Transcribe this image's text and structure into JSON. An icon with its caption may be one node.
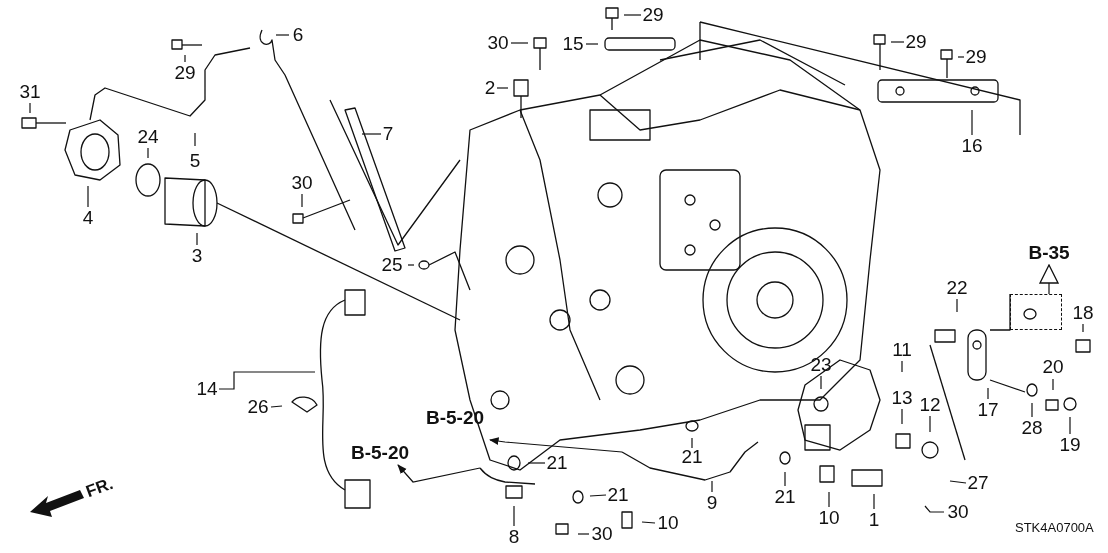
{
  "diagram": {
    "nodes": [
      {
        "text": [
          "31"
        ]
      },
      {
        "text": [
          "29"
        ]
      },
      {
        "text": [
          "6"
        ]
      },
      {
        "text": [
          "30"
        ]
      },
      {
        "text": [
          "15"
        ]
      },
      {
        "text": [
          "29"
        ]
      },
      {
        "text": [
          "2"
        ]
      },
      {
        "text": [
          "29"
        ]
      },
      {
        "text": [
          "29"
        ]
      },
      {
        "text": [
          "7"
        ]
      },
      {
        "text": [
          "24"
        ]
      },
      {
        "text": [
          "5"
        ]
      },
      {
        "text": [
          "4"
        ]
      },
      {
        "text": [
          "30"
        ]
      },
      {
        "text": [
          "3"
        ]
      },
      {
        "text": [
          "25"
        ]
      },
      {
        "text": [
          "16"
        ]
      },
      {
        "text": [
          "B-35"
        ]
      },
      {
        "text": [
          "22"
        ]
      },
      {
        "text": [
          "18"
        ]
      },
      {
        "text": [
          "11"
        ]
      },
      {
        "text": [
          "13"
        ]
      },
      {
        "text": [
          "12"
        ]
      },
      {
        "text": [
          "23"
        ]
      },
      {
        "text": [
          "20"
        ]
      },
      {
        "text": [
          "17"
        ]
      },
      {
        "text": [
          "28"
        ]
      },
      {
        "text": [
          "19"
        ]
      },
      {
        "text": [
          "14"
        ]
      },
      {
        "text": [
          "26"
        ]
      },
      {
        "text": [
          "B-5-20"
        ]
      },
      {
        "text": [
          "B-5-20"
        ]
      },
      {
        "text": [
          "21"
        ]
      },
      {
        "text": [
          "21"
        ]
      },
      {
        "text": [
          "21"
        ]
      },
      {
        "text": [
          "9"
        ]
      },
      {
        "text": [
          "10"
        ]
      },
      {
        "text": [
          "8"
        ]
      },
      {
        "text": [
          "30"
        ]
      },
      {
        "text": [
          "21"
        ]
      },
      {
        "text": [
          "10"
        ]
      },
      {
        "text": [
          "1"
        ]
      },
      {
        "text": [
          "27"
        ]
      },
      {
        "text": [
          "30"
        ]
      },
      {
        "text": [],
        "shape": "box"
      }
    ],
    "edges": [
      {
        "from": 0,
        "to": null,
        "arrow": "none"
      },
      {
        "from": 1,
        "to": null,
        "arrow": "none"
      },
      {
        "from": 2,
        "to": null,
        "arrow": "none"
      },
      {
        "from": 3,
        "to": null,
        "arrow": "none"
      },
      {
        "from": 4,
        "to": null,
        "arrow": "none"
      },
      {
        "from": 5,
        "to": null,
        "arrow": "none"
      },
      {
        "from": 6,
        "to": null,
        "arrow": "none"
      },
      {
        "from": 7,
        "to": null,
        "arrow": "none"
      },
      {
        "from": 8,
        "to": null,
        "arrow": "none"
      },
      {
        "from": 9,
        "to": null,
        "arrow": "none"
      },
      {
        "from": 10,
        "to": null,
        "arrow": "none"
      },
      {
        "from": 11,
        "to": null,
        "arrow": "none"
      },
      {
        "from": 12,
        "to": null,
        "arrow": "none"
      },
      {
        "from": 13,
        "to": null,
        "arrow": "none"
      },
      {
        "from": 14,
        "to": null,
        "arrow": "none"
      },
      {
        "from": 15,
        "to": null,
        "arrow": "none"
      },
      {
        "from": 16,
        "to": null,
        "arrow": "none"
      },
      {
        "from": 44,
        "to": 17,
        "arrow": "to"
      },
      {
        "from": 18,
        "to": null,
        "arrow": "none"
      },
      {
        "from": 19,
        "to": null,
        "arrow": "none"
      },
      {
        "from": 20,
        "to": null,
        "arrow": "none"
      },
      {
        "from": 21,
        "to": null,
        "arrow": "none"
      },
      {
        "from": 22,
        "to": null,
        "arrow": "none"
      },
      {
        "from": 23,
        "to": null,
        "arrow": "none"
      },
      {
        "from": 24,
        "to": null,
        "arrow": "none"
      },
      {
        "from": 25,
        "to": null,
        "arrow": "none"
      },
      {
        "from": 26,
        "to": null,
        "arrow": "none"
      },
      {
        "from": 27,
        "to": null,
        "arrow": "none"
      },
      {
        "from": 28,
        "to": null,
        "arrow": "none"
      },
      {
        "from": 29,
        "to": null,
        "arrow": "none"
      },
      {
        "from": null,
        "to": 30,
        "arrow": "to"
      },
      {
        "from": null,
        "to": 31,
        "arrow": "to"
      },
      {
        "from": 32,
        "to": null,
        "arrow": "none"
      },
      {
        "from": 33,
        "to": null,
        "arrow": "none"
      },
      {
        "from": 34,
        "to": null,
        "arrow": "none"
      },
      {
        "from": 35,
        "to": null,
        "arrow": "none"
      },
      {
        "from": 36,
        "to": null,
        "arrow": "none"
      },
      {
        "from": 37,
        "to": null,
        "arrow": "none"
      },
      {
        "from": 38,
        "to": null,
        "arrow": "none"
      },
      {
        "from": 39,
        "to": null,
        "arrow": "none"
      },
      {
        "from": 40,
        "to": null,
        "arrow": "none"
      },
      {
        "from": 41,
        "to": null,
        "arrow": "none"
      },
      {
        "from": 42,
        "to": null,
        "arrow": "none"
      },
      {
        "from": 43,
        "to": null,
        "arrow": "none"
      }
    ],
    "labels": [
      "FR.",
      "STK4A0700A"
    ]
  }
}
